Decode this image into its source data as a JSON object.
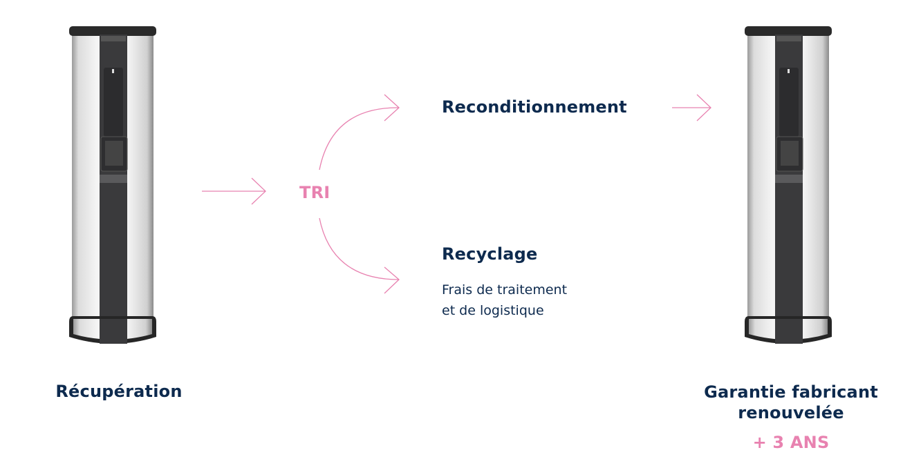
{
  "colors": {
    "navy": "#0d2a4e",
    "pink": "#e882b0"
  },
  "steps": {
    "recovery": "Récupération",
    "sorting": "TRI",
    "refurbishing": "Reconditionnement",
    "recycling": {
      "title": "Recyclage",
      "note_line1": "Frais de traitement",
      "note_line2": "et de logistique"
    },
    "warranty": {
      "line1": "Garantie fabricant",
      "line2": "renouvelée",
      "badge": "+ 3 ANS"
    }
  },
  "images": [
    "water-dispenser",
    "water-dispenser"
  ]
}
